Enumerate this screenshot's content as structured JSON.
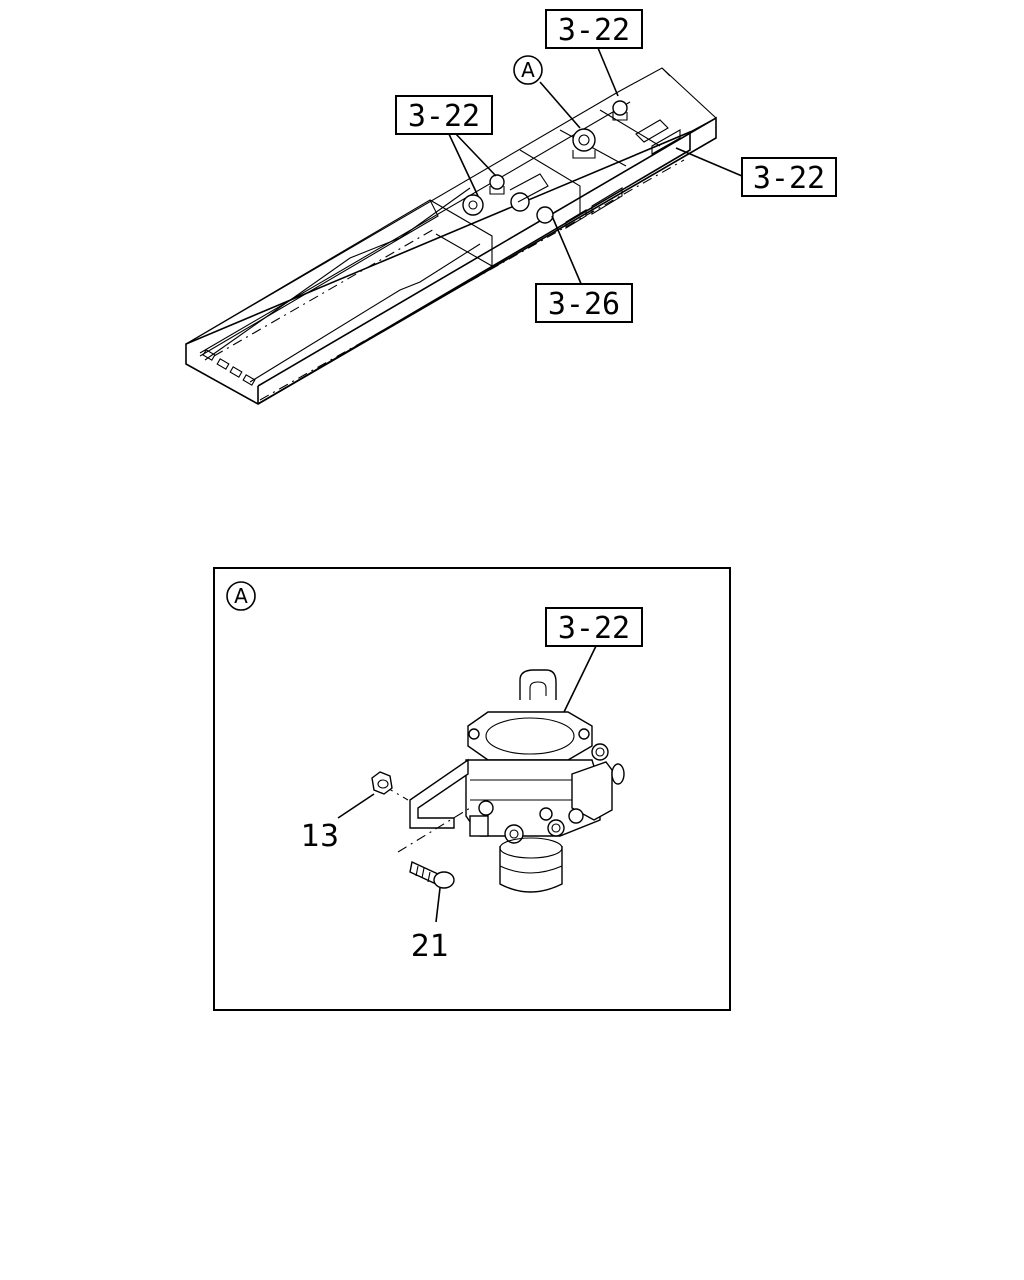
{
  "overview": {
    "callouts": [
      "3-22",
      "3-22",
      "3-22",
      "3-26"
    ],
    "detail_marker": "A"
  },
  "detail": {
    "marker": "A",
    "callout": "3-22",
    "parts": [
      "13",
      "21"
    ]
  }
}
